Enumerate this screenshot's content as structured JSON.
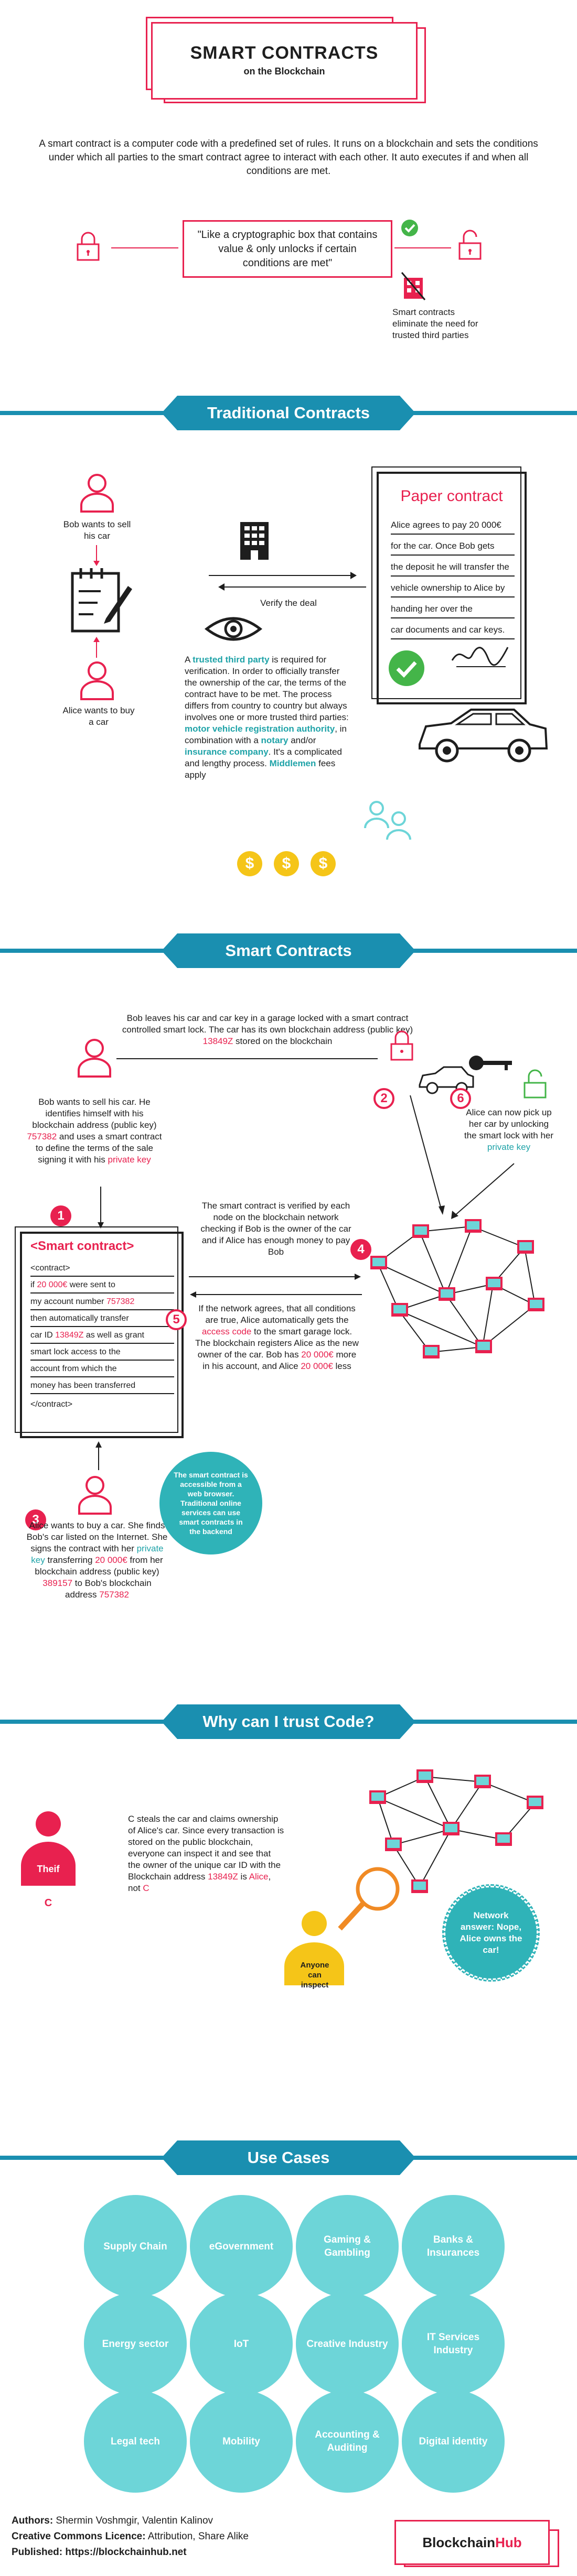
{
  "header": {
    "title": "SMART CONTRACTS",
    "subtitle": "on the Blockchain"
  },
  "intro": "A smart contract is a computer code with a predefined set of rules. It runs on a blockchain and sets the conditions under which all parties to the smart contract agree to interact with each other.  It auto executes if and when all conditions are met.",
  "quote": "\"Like a cryptographic box that contains value & only unlocks if certain conditions are met\"",
  "eliminate_text": "Smart contracts eliminate the need for trusted third parties",
  "traditional": {
    "banner": "Traditional Contracts",
    "bob_text": "Bob wants to sell his car",
    "alice_text": "Alice wants to buy  a  car",
    "verify": "Verify the deal",
    "explain_pre": "A ",
    "explain_tp": "trusted third party",
    "explain_mid": " is required for verification. In order to officially transfer the ownership of the car, the terms of the contract have to be met. The process differs from country to country but always involves one or more trusted third parties: ",
    "explain_mvra": "motor vehicle registration authority",
    "explain_mid2": ", in combination with a ",
    "explain_notary": "notary",
    "explain_mid3": " and/or ",
    "explain_ins": "insurance company",
    "explain_end": ". It's a complicated and lengthy process. ",
    "explain_middlemen": "Middlemen",
    "explain_fees": " fees apply",
    "dollar": "$",
    "paper_title": "Paper contract",
    "paper_lines": [
      "Alice agrees to pay 20 000€",
      "for the car.  Once Bob gets",
      "the deposit he will transfer the",
      "vehicle ownership to Alice by",
      "handing her over the",
      "car documents and car keys."
    ]
  },
  "smart": {
    "banner": "Smart Contracts",
    "garage_pre": "Bob leaves his car and car key in a garage locked with a smart contract controlled smart lock.  The car has its own blockchain address (public key) ",
    "garage_key": "13849Z",
    "garage_post": " stored on the blockchain",
    "step1_pre": "Bob wants to sell his car. He identifies himself with his blockchain address (public key) ",
    "step1_key": "757382",
    "step1_mid": " and uses a smart contract to define the terms of the sale signing it with his ",
    "step1_priv": "private key",
    "doc_title": "<Smart contract>",
    "doc_open": "<contract>",
    "doc_l1_a": "if ",
    "doc_l1_b": "20 000€",
    "doc_l1_c": " were sent to",
    "doc_l2_a": "my account number ",
    "doc_l2_b": "757382",
    "doc_l3": "then automatically transfer",
    "doc_l4_a": "car ID ",
    "doc_l4_b": "13849Z",
    "doc_l4_c": " as well as grant",
    "doc_l5": "smart lock access to the",
    "doc_l6": "account from which the",
    "doc_l7": "money has been transferred",
    "doc_close": "</contract>",
    "verify_text": "The smart contract is verified by each node on the blockchain network checking if Bob is the owner of the car and if Alice has enough money to pay Bob",
    "agree_pre": "If the network agrees, that all conditions are true, Alice automatically gets the ",
    "agree_code": "access code",
    "agree_mid": " to the smart garage lock. The blockchain registers Alice as the new owner of the car. Bob has ",
    "agree_amt": "20 000€",
    "agree_mid2": " more in his account, and Alice ",
    "agree_amt2": "20 000€",
    "agree_end": " less",
    "pickup_pre": "Alice can now pick up her car by unlocking the smart lock with her ",
    "pickup_priv": "private key",
    "bubble": "The smart contract is accessible from a web browser. Traditional online services can use smart contracts in the backend",
    "alice_pre": "Alice wants to buy a car. She finds Bob's car listed on the Internet. She signs the contract with her ",
    "alice_priv": "private key",
    "alice_mid": " transferring ",
    "alice_amt": "20 000€",
    "alice_mid2": " from her blockchain address (public key) ",
    "alice_key": "389157",
    "alice_mid3": " to Bob's blockchain address ",
    "alice_key2": "757382",
    "steps": [
      "1",
      "2",
      "3",
      "4",
      "5",
      "6"
    ]
  },
  "trust": {
    "banner": "Why can I trust Code?",
    "thief": "Theif",
    "c_label": "C",
    "text_pre": "C steals the car and claims ownership of Alice's car. Since every transaction is stored on the public blockchain, everyone can inspect it and see that the owner of the unique car ID with the Blockchain address ",
    "text_key": "13849Z",
    "text_mid": " is ",
    "text_alice": "Alice",
    "text_mid2": ", not ",
    "text_c": "C",
    "inspect": "Anyone can inspect",
    "answer": "Network answer: Nope, Alice owns the car!"
  },
  "usecases": {
    "banner": "Use Cases",
    "items": [
      "Supply Chain",
      "eGovernment",
      "Gaming & Gambling",
      "Banks & Insurances",
      "Energy sector",
      "IoT",
      "Creative Industry",
      "IT Services Industry",
      "Legal tech",
      "Mobility",
      "Accounting & Auditing",
      "Digital identity"
    ]
  },
  "footer": {
    "authors_label": "Authors:",
    "authors": " Shermin Voshmgir, Valentin Kalinov",
    "licence_label": "Creative Commons Licence:",
    "licence": " Attribution, Share Alike",
    "published_label": "Published:",
    "published": "https://blockchainhub.net",
    "brand_a": "Blockchain",
    "brand_b": "Hub"
  },
  "colors": {
    "red": "#e8214f",
    "teal": "#1fa3a8",
    "blue": "#1a8fb0",
    "light_teal": "#6dd5d8",
    "green": "#44b549",
    "yellow": "#f5c518"
  }
}
